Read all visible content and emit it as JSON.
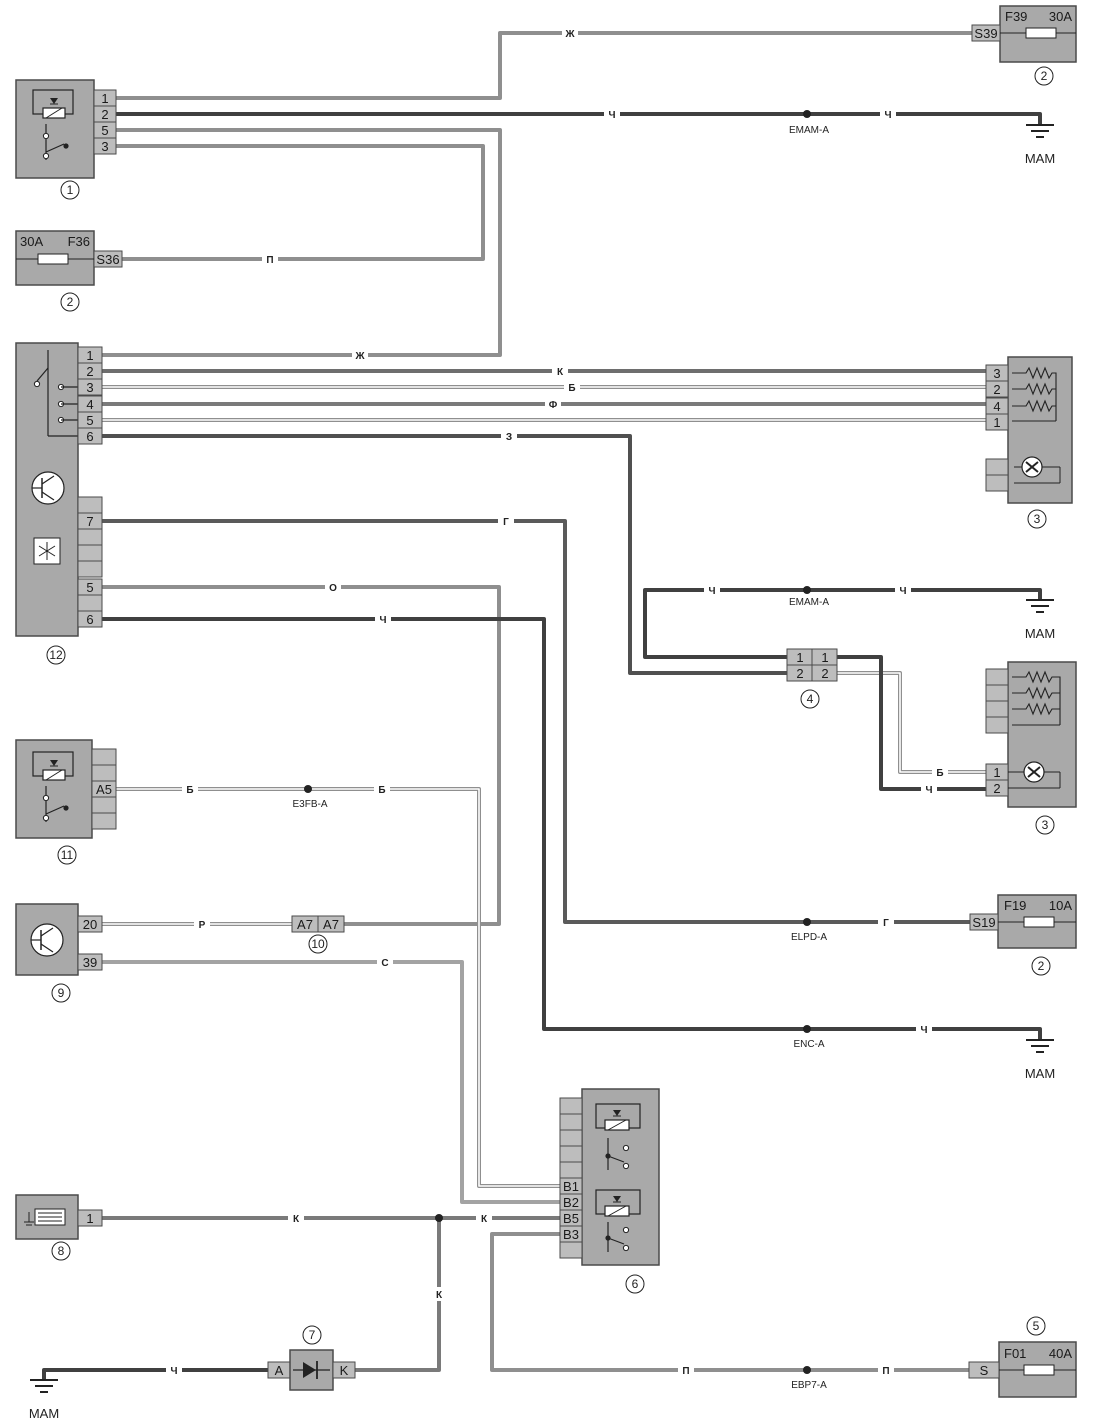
{
  "wire_labels": {
    "zh": "Ж",
    "ch": "Ч",
    "p": "П",
    "k": "К",
    "b": "Б",
    "f": "Ф",
    "z": "З",
    "g": "Г",
    "o": "О",
    "r": "Р",
    "s": "С"
  },
  "connectors": {
    "emam": "EMAM-A",
    "e3fb": "E3FB-A",
    "elpd": "ELPD-A",
    "enc": "ENC-A",
    "ebp7": "EBP7-A"
  },
  "ground_label": "MAM",
  "fuses": {
    "f39": {
      "id": "F39",
      "rating": "30A",
      "slot": "S39"
    },
    "f36": {
      "id": "F36",
      "rating": "30A",
      "slot": "S36"
    },
    "f19": {
      "id": "F19",
      "rating": "10A",
      "slot": "S19"
    },
    "f01": {
      "id": "F01",
      "rating": "40A",
      "slot": "S"
    }
  },
  "pins": {
    "c1": [
      "1",
      "2",
      "5",
      "3"
    ],
    "c12a": [
      "1",
      "2",
      "3",
      "4",
      "5",
      "6"
    ],
    "c12b": [
      "7",
      "5",
      "6"
    ],
    "c3top": [
      "3",
      "2",
      "4",
      "1"
    ],
    "c3bot": [
      "1",
      "2"
    ],
    "c4": [
      "1",
      "1",
      "2",
      "2"
    ],
    "c11": "A5",
    "c9": [
      "20",
      "39"
    ],
    "c10": [
      "A7",
      "A7"
    ],
    "c6": [
      "B1",
      "B2",
      "B5",
      "B3"
    ],
    "c8": "1",
    "c7": [
      "A",
      "K"
    ]
  },
  "components": [
    "1",
    "2",
    "2",
    "2",
    "3",
    "3",
    "4",
    "5",
    "6",
    "7",
    "8",
    "9",
    "10",
    "11",
    "12"
  ]
}
